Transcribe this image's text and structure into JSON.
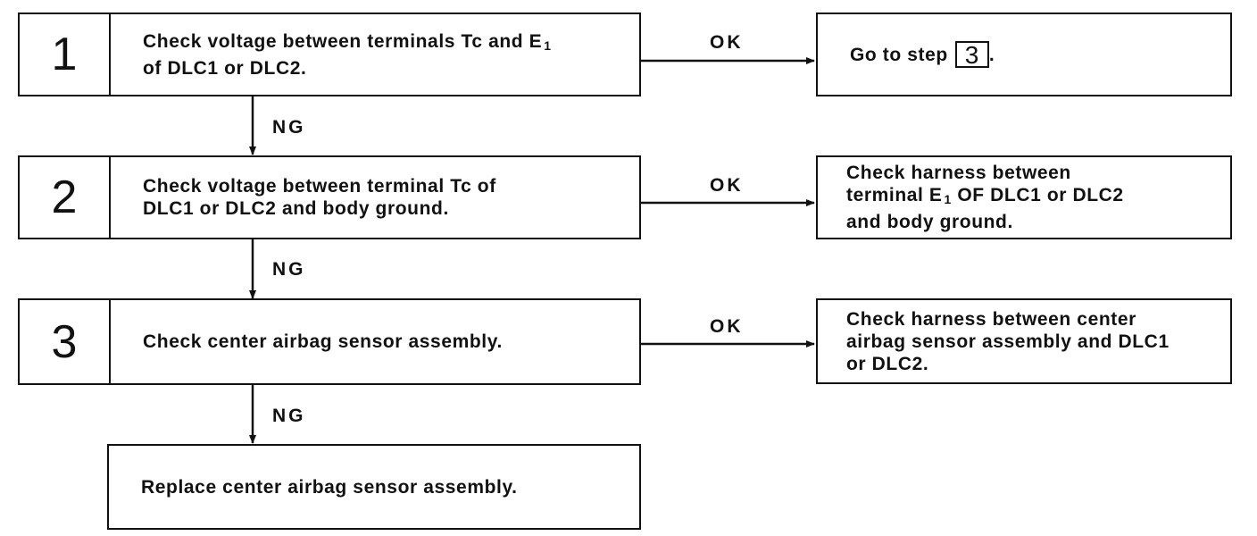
{
  "steps": [
    {
      "number": "1",
      "text_a": "Check voltage between terminals Tc and E",
      "text_a_sub": "1",
      "text_b": "of DLC1 or DLC2.",
      "ok_label": "OK",
      "ok_result_prefix": "Go to step",
      "ok_result_step": "3",
      "ok_result_suffix": ".",
      "ng_label": "NG"
    },
    {
      "number": "2",
      "text_a": "Check voltage between terminal Tc of",
      "text_b": "DLC1 or DLC2 and body ground.",
      "ok_label": "OK",
      "ok_line1": "Check harness between",
      "ok_line2_a": "terminal E",
      "ok_line2_sub": "1",
      "ok_line2_b": " OF DLC1 or DLC2",
      "ok_line3": "and body ground.",
      "ng_label": "NG"
    },
    {
      "number": "3",
      "text_a": "Check center airbag sensor assembly.",
      "ok_label": "OK",
      "ok_line1": "Check harness between center",
      "ok_line2": "airbag sensor assembly and DLC1",
      "ok_line3": "or DLC2.",
      "ng_label": "NG"
    }
  ],
  "final": {
    "text": "Replace center airbag sensor assembly."
  }
}
